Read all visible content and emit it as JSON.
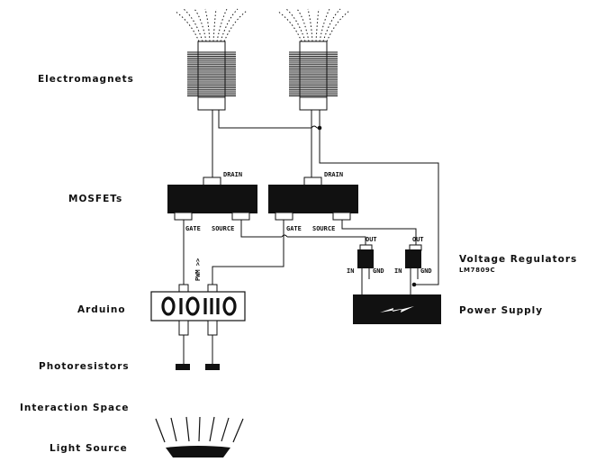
{
  "labels": {
    "electromagnets": "Electromagnets",
    "mosfets": "MOSFETs",
    "arduino": "Arduino",
    "photoresistors": "Photoresistors",
    "interaction_space": "Interaction Space",
    "light_source": "Light Source",
    "voltage_regulators": "Voltage Regulators",
    "voltage_regulators_model": "LM7809C",
    "power_supply": "Power Supply"
  },
  "pins": {
    "drain": "DRAIN",
    "gate": "GATE",
    "source": "SOURCE",
    "out": "OUT",
    "in": "IN",
    "gnd": "GND",
    "pwm": "PWM >>"
  },
  "arduino_logo": "OIOIIIO",
  "icons": {
    "power": "lightning-icon"
  }
}
